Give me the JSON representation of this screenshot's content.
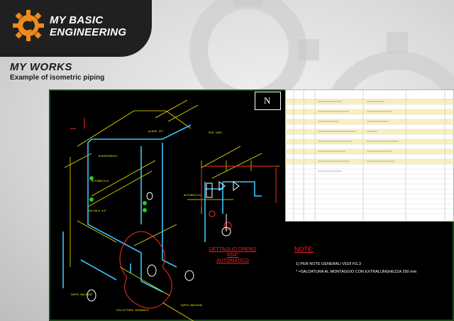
{
  "brand": {
    "line1": "MY BASIC",
    "line2": "ENGINEERING"
  },
  "section": {
    "title": "MY WORKS",
    "subtitle": "Example of isometric piping"
  },
  "drawing": {
    "compass_letter": "N",
    "detail_title_line1": "DETTAGLIO DRENO #3/4\"",
    "detail_title_line2": "AUTOMATICO",
    "notes_title": "NOTE:",
    "note_1": "1) PER NOTE GENERALI VEDI FG.3",
    "note_2": "* =SALDATURA AL MONTAGGIO CON EXTRALUNGHEZZA 250 mm"
  },
  "colors": {
    "banner": "#202020",
    "accent": "#f08a1c",
    "drawing_bg": "#000000",
    "cad_yellow": "#f2e600",
    "cad_cyan": "#39c6ff",
    "cad_red": "#ff2a2a"
  }
}
